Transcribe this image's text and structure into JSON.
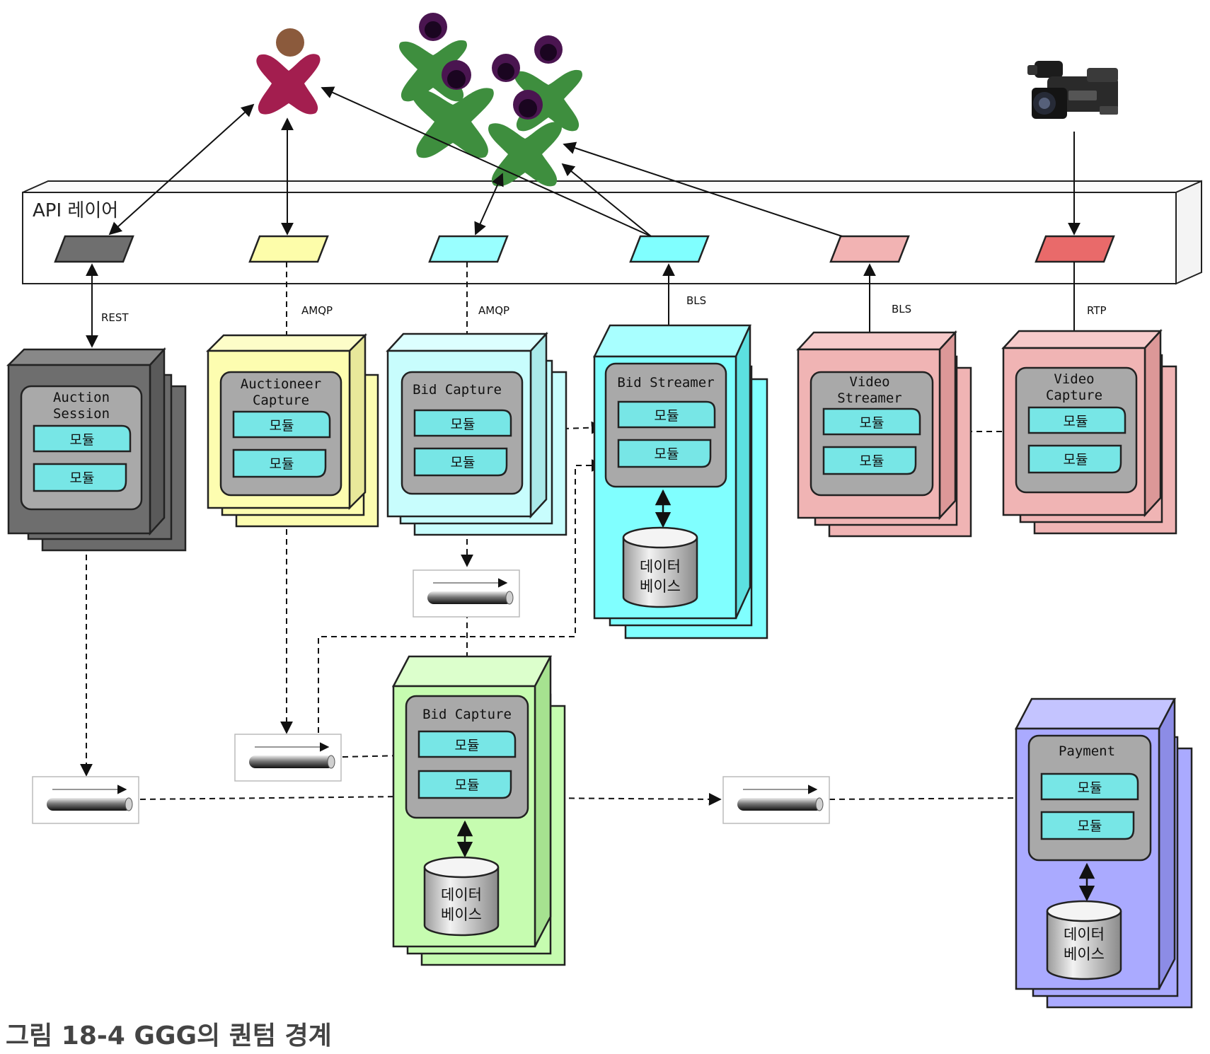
{
  "api_layer": {
    "label": "API 레이어"
  },
  "protocols": {
    "rest": "REST",
    "amqp_1": "AMQP",
    "amqp_2": "AMQP",
    "bls_1": "BLS",
    "bls_2": "BLS",
    "rtp": "RTP"
  },
  "services": {
    "auction_session": {
      "name_line1": "Auction",
      "name_line2": "Session",
      "module_1": "모듈",
      "module_2": "모듈",
      "color": "#6e6e6e"
    },
    "auctioneer_capture": {
      "name_line1": "Auctioneer",
      "name_line2": "Capture",
      "module_1": "모듈",
      "module_2": "모듈",
      "color": "#fdfdb0"
    },
    "bid_capture_top": {
      "name_line1": "Bid Capture",
      "module_1": "모듈",
      "module_2": "모듈",
      "color": "#c8fdfd"
    },
    "bid_streamer": {
      "name_line1": "Bid Streamer",
      "module_1": "모듈",
      "module_2": "모듈",
      "db_line1": "데이터",
      "db_line2": "베이스",
      "color": "#80ffff"
    },
    "video_streamer": {
      "name_line1": "Video",
      "name_line2": "Streamer",
      "module_1": "모듈",
      "module_2": "모듈",
      "color": "#f0b4b4"
    },
    "video_capture": {
      "name_line1": "Video",
      "name_line2": "Capture",
      "module_1": "모듈",
      "module_2": "모듈",
      "color": "#f0b4b4"
    },
    "bid_capture_bottom": {
      "name_line1": "Bid Capture",
      "module_1": "모듈",
      "module_2": "모듈",
      "db_line1": "데이터",
      "db_line2": "베이스",
      "color": "#c6fcb0"
    },
    "payment": {
      "name_line1": "Payment",
      "module_1": "모듈",
      "module_2": "모듈",
      "db_line1": "데이터",
      "db_line2": "베이스",
      "color": "#aaaaff"
    }
  },
  "caption": "그림 18-4 GGG의 퀀텀 경계",
  "icons": [
    "auctioneer-person-icon",
    "bidder-crowd-icon",
    "video-camera-icon",
    "queue-icon",
    "database-icon"
  ]
}
